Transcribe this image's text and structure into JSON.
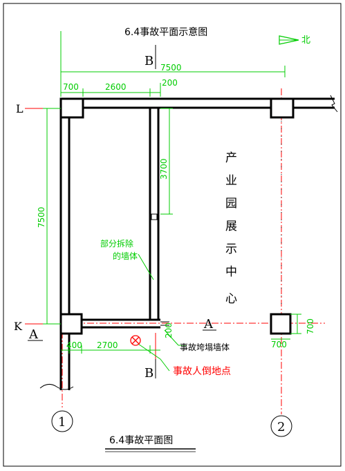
{
  "title_top": "6.4事故平面示意图",
  "caption_bottom": "6.4事故平面图",
  "north_label": "北",
  "section_marker": "B",
  "section_marker_a": "A",
  "grid_rows": {
    "L": "L",
    "K": "K"
  },
  "grid_cols": {
    "c1": "1",
    "c2": "2"
  },
  "dimensions": {
    "overall_width": "7500",
    "left_700": "700",
    "seg_2600": "2600",
    "seg_200_top": "200",
    "vertical_7500": "7500",
    "vertical_3700": "3700",
    "bottom_400": "400",
    "bottom_2700": "2700",
    "bottom_200": "200",
    "right_700_h": "700",
    "right_700_v": "700"
  },
  "annotations": {
    "partial_demolish_1": "部分拆除",
    "partial_demolish_2": "的墙体",
    "collapsed_wall": "事故垮塌墙体",
    "fall_location": "事故人倒地点"
  },
  "building_name_chars": [
    "产",
    "业",
    "园",
    "展",
    "示",
    "中",
    "心"
  ],
  "colors": {
    "wall": "#000000",
    "grid_line": "#ff0000",
    "dimension": "#00cc00",
    "accident_marker": "#ff0000",
    "accident_text": "#ff0000",
    "frame": "#000000"
  }
}
